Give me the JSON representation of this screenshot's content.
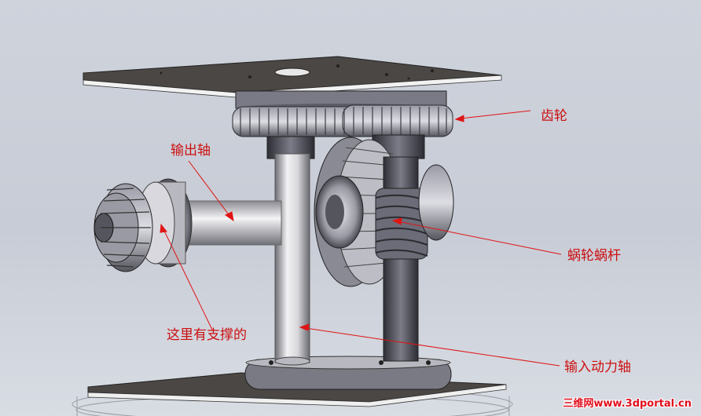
{
  "labels": {
    "gear": "齿轮",
    "output_shaft": "输出轴",
    "worm_gear": "蜗轮蜗杆",
    "support_note": "这里有支撑的",
    "input_shaft": "输入动力轴"
  },
  "watermark": "三维网www.3dportal.cn",
  "colors": {
    "annotation": "#cc1010",
    "metal_dark": "#3c3c44",
    "metal_mid": "#8c8c98",
    "metal_light": "#e0e0e6",
    "plate": "#4a4744"
  }
}
